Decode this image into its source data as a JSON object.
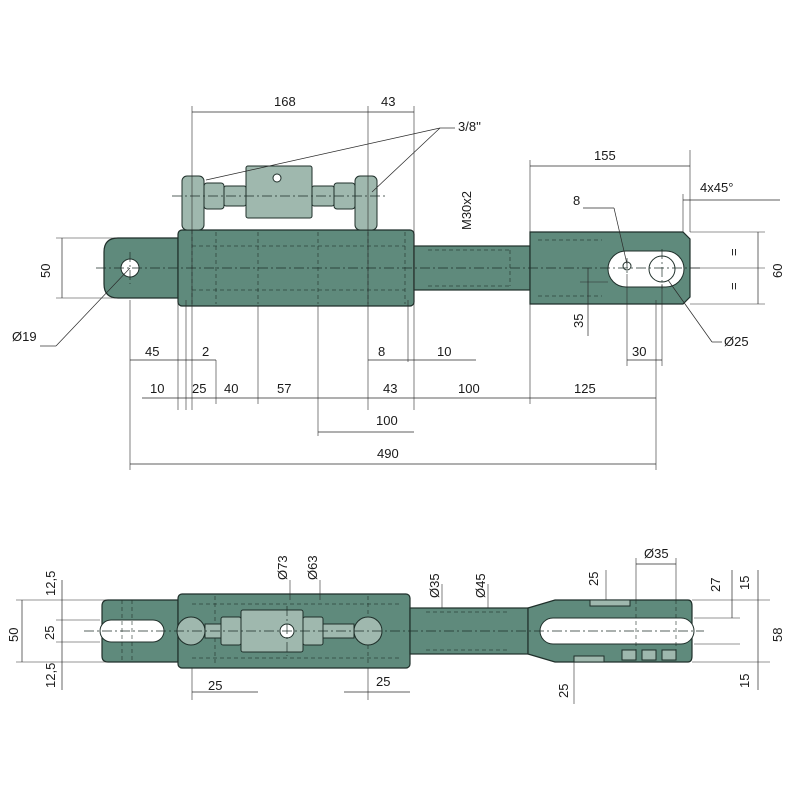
{
  "views": {
    "top": {
      "dimensions": {
        "d168": "168",
        "d43_top": "43",
        "thread": "3/8''",
        "d155": "155",
        "chamfer": "4x45°",
        "d8_pin": "8",
        "m30": "M30x2",
        "d50": "50",
        "d60": "60",
        "eq1": "=",
        "eq2": "=",
        "d19": "Ø19",
        "d35": "35",
        "d25_hole": "Ø25",
        "d45": "45",
        "d2": "2",
        "d8_b": "8",
        "d10_b": "10",
        "d30": "30",
        "d10_c": "10",
        "d25_c": "25",
        "d40": "40",
        "d57": "57",
        "d43_c": "43",
        "d100_c": "100",
        "d125": "125",
        "d100_d": "100",
        "d490": "490"
      }
    },
    "bottom": {
      "dimensions": {
        "d12_5_top": "12,5",
        "d50": "50",
        "d25": "25",
        "d12_5_bot": "12,5",
        "od73": "Ø73",
        "od63": "Ø63",
        "od35_rod": "Ø35",
        "od45": "Ø45",
        "od35_pin": "Ø35",
        "d25_top": "25",
        "d27": "27",
        "d15_top": "15",
        "d58": "58",
        "d15_bot": "15",
        "d25_left": "25",
        "d25_mid": "25",
        "d25_right": "25"
      }
    }
  },
  "colors": {
    "body": "#5f8a7c",
    "fitting": "#9fb8ae",
    "line": "#1f2f2a"
  }
}
